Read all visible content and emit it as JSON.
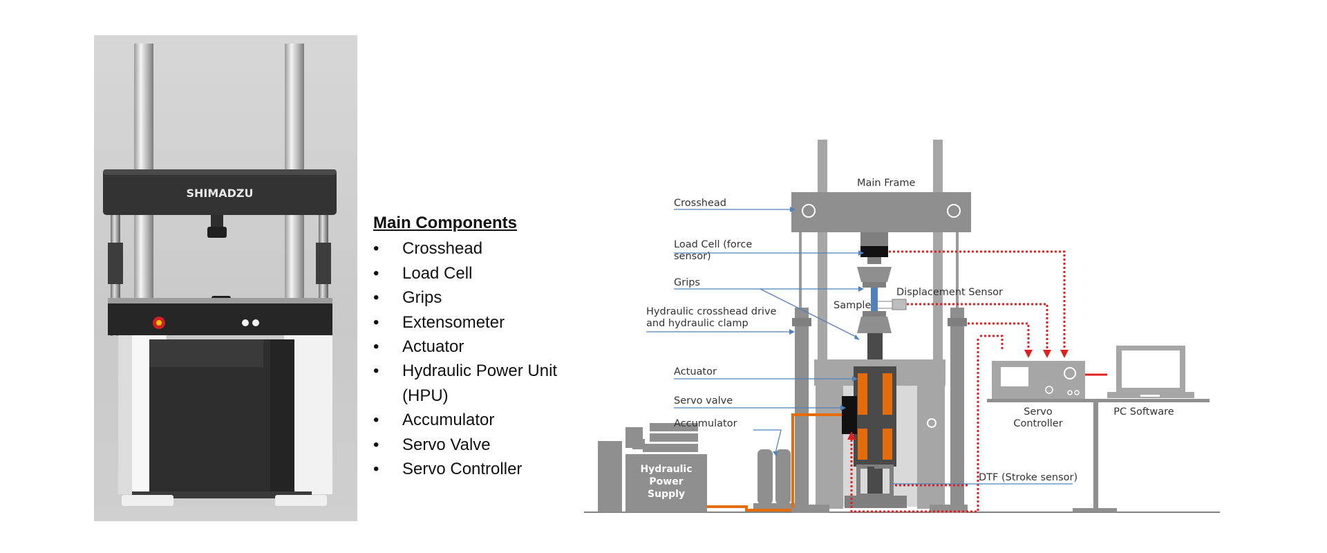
{
  "photo": {
    "brand": "SHIMADZU"
  },
  "components_list": {
    "heading": "Main Components",
    "items": [
      "Crosshead",
      "Load Cell",
      "Grips",
      "Extensometer",
      "Actuator",
      "Hydraulic Power Unit (HPU)",
      "Accumulator",
      "Servo Valve",
      "Servo Controller"
    ]
  },
  "diagram": {
    "labels": {
      "main_frame": "Main Frame",
      "crosshead": "Crosshead",
      "load_cell_line1": "Load Cell (force",
      "load_cell_line2": "sensor)",
      "grips": "Grips",
      "displacement_sensor": "Displacement Sensor",
      "sample": "Sample",
      "hydraulic_drive_line1": "Hydraulic crosshead drive",
      "hydraulic_drive_line2": "and hydraulic clamp",
      "actuator": "Actuator",
      "servo_valve": "Servo valve",
      "accumulator": "Accumulator",
      "hps_line1": "Hydraulic",
      "hps_line2": "Power",
      "hps_line3": "Supply",
      "servo_controller_line1": "Servo",
      "servo_controller_line2": "Controller",
      "pc_software": "PC Software",
      "dtf": "DTF (Stroke sensor)"
    },
    "colors": {
      "frame_gray": "#a6a6a6",
      "dark_gray": "#7f7f7f",
      "hydraulic_orange": "#e46c0a",
      "signal_red": "#e02020",
      "leader_blue": "#4f81bd"
    }
  }
}
